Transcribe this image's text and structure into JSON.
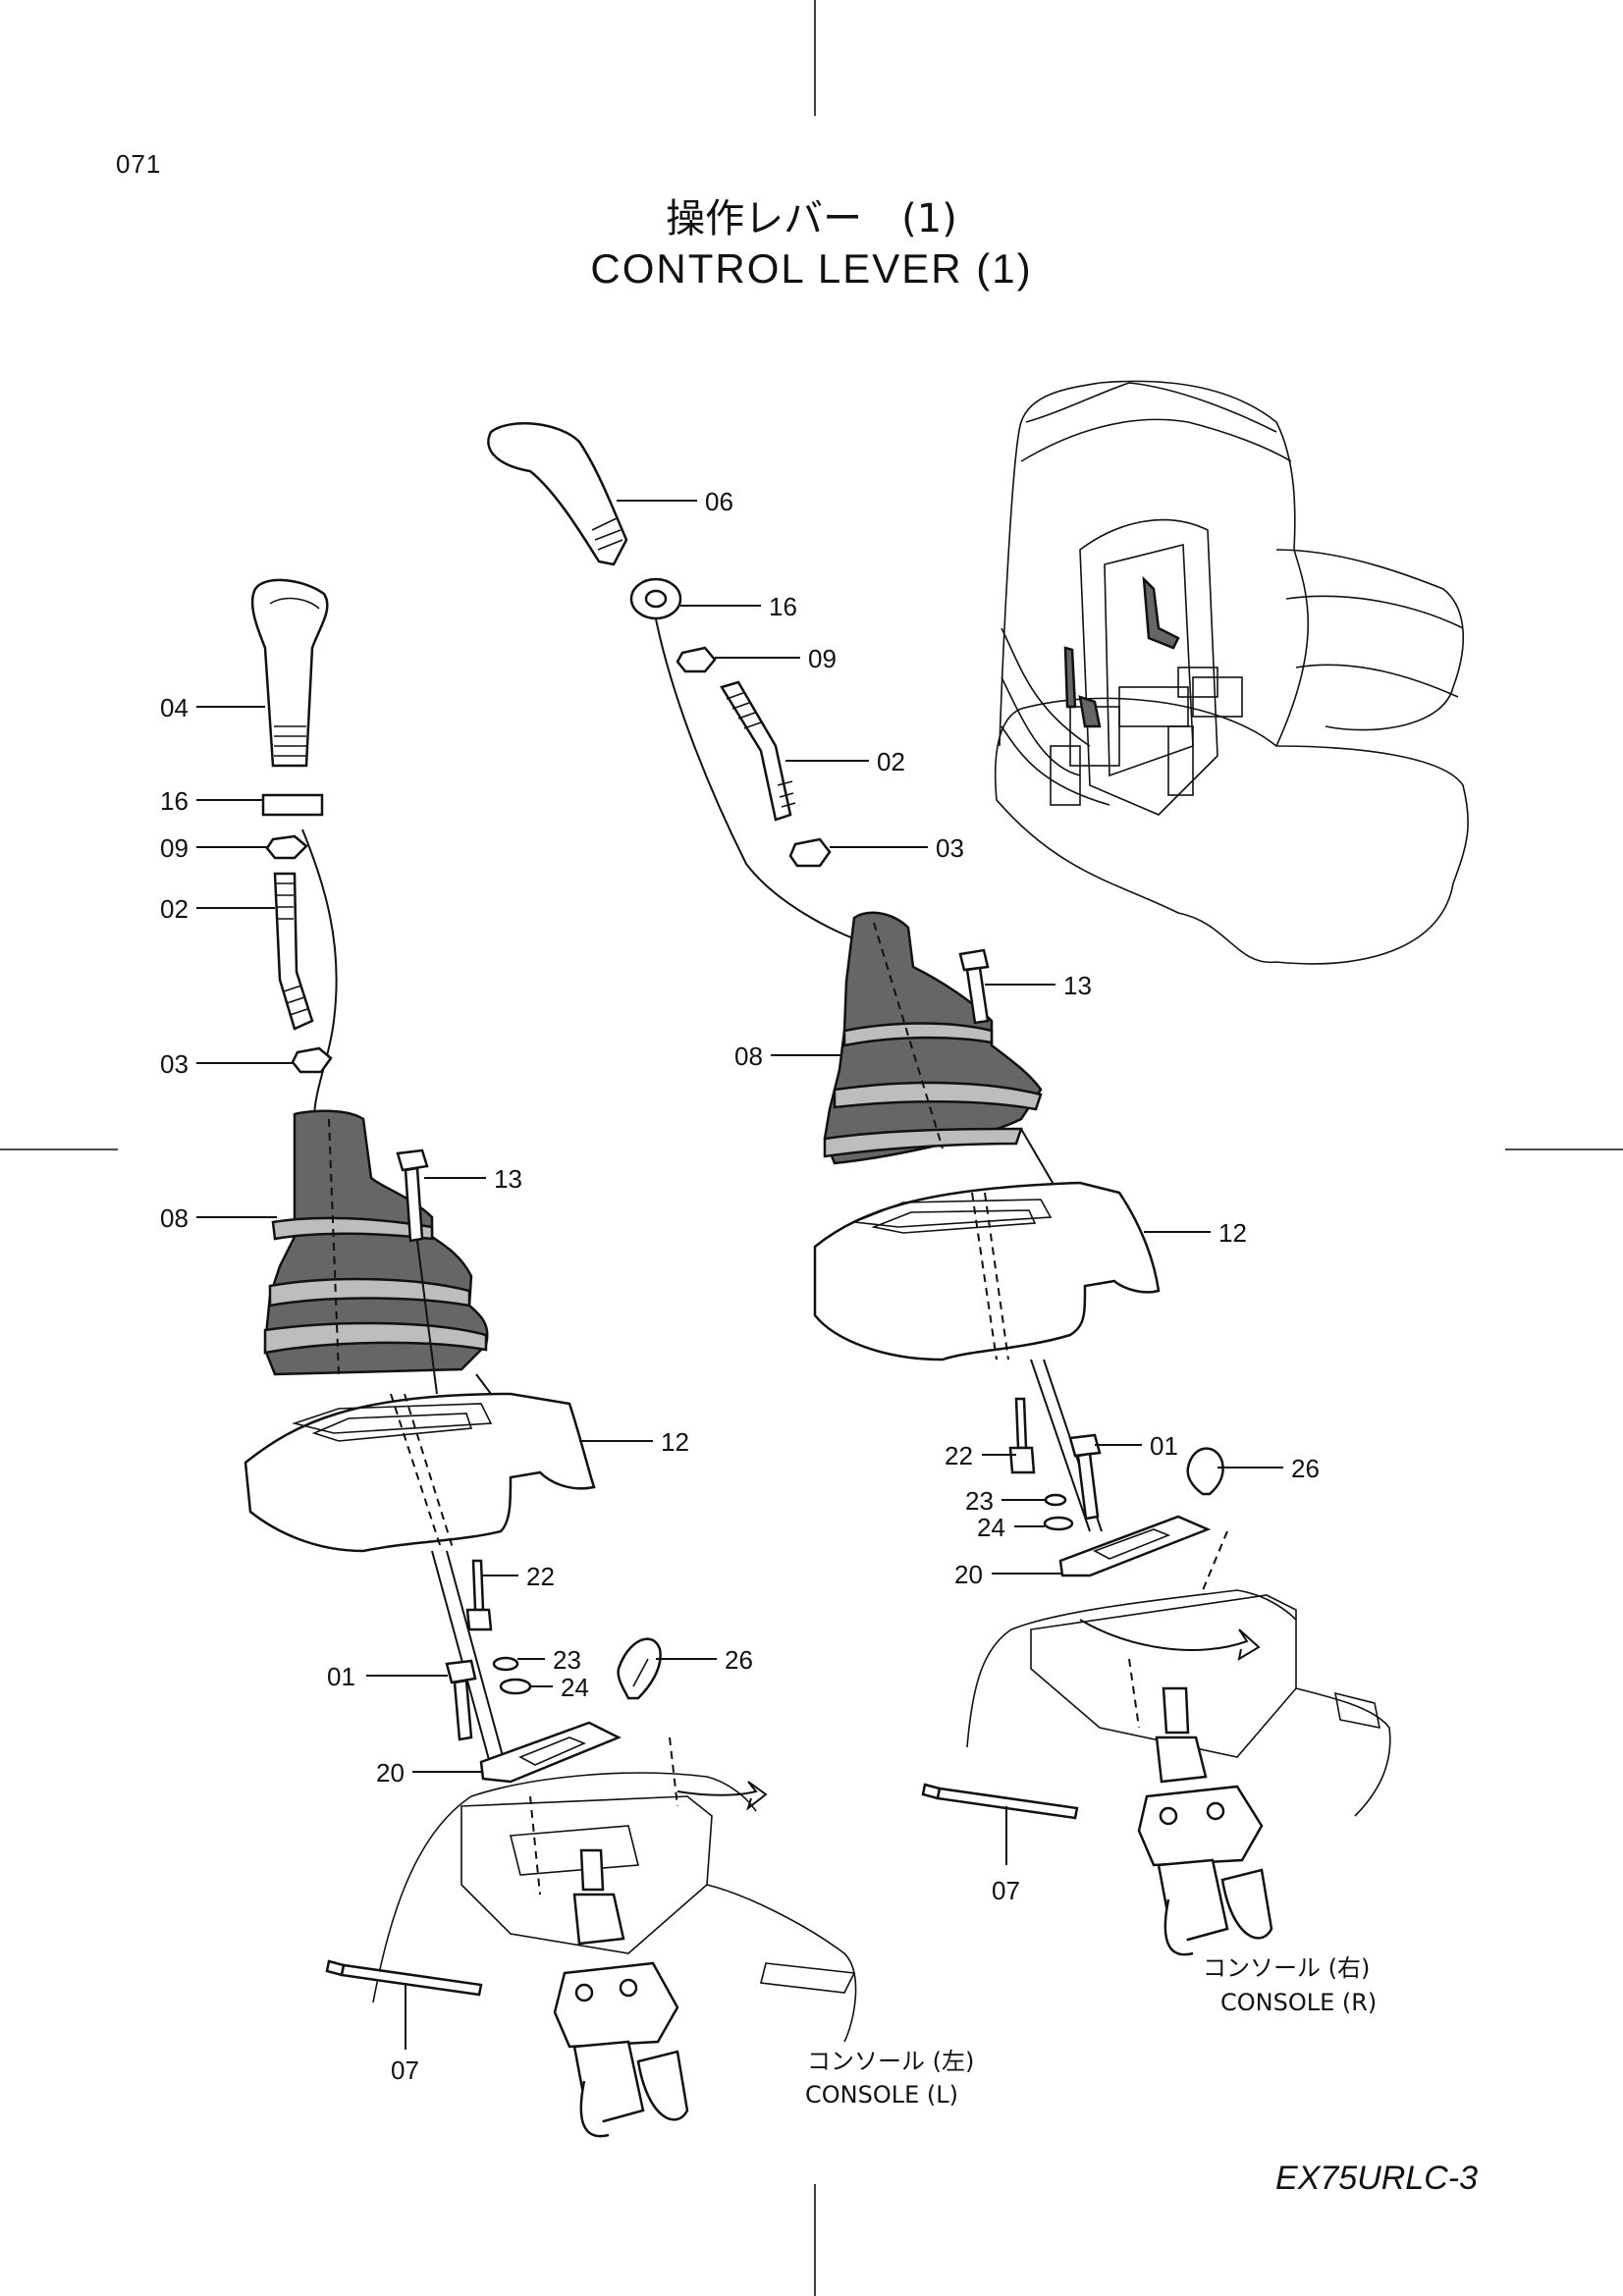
{
  "header": {
    "page_number": "071",
    "title_jp": "操作レバー　(1)",
    "title_en": "CONTROL  LEVER  (1)"
  },
  "footer": {
    "model": "EX75URLC-3"
  },
  "left_assembly": {
    "callouts": {
      "c04": "04",
      "c16": "16",
      "c09": "09",
      "c02": "02",
      "c03": "03",
      "c13": "13",
      "c08": "08",
      "c12": "12",
      "c22": "22",
      "c23": "23",
      "c01": "01",
      "c24": "24",
      "c26": "26",
      "c20": "20",
      "c07": "07"
    },
    "caption_jp": "コンソール (左)",
    "caption_en": "CONSOLE (L)"
  },
  "right_assembly": {
    "callouts": {
      "c06": "06",
      "c16": "16",
      "c09": "09",
      "c02": "02",
      "c03": "03",
      "c13": "13",
      "c08": "08",
      "c12": "12",
      "c22": "22",
      "c01": "01",
      "c26": "26",
      "c23": "23",
      "c24": "24",
      "c20": "20",
      "c07": "07"
    },
    "caption_jp": "コンソール (右)",
    "caption_en": "CONSOLE (R)"
  },
  "icons": [
    "cab-overview-illustration",
    "grip-icon",
    "boot-icon",
    "cover-icon",
    "bolt-icon",
    "nut-icon",
    "clamp-icon",
    "tie-strap-icon",
    "plate-icon",
    "pilot-valve-icon"
  ]
}
